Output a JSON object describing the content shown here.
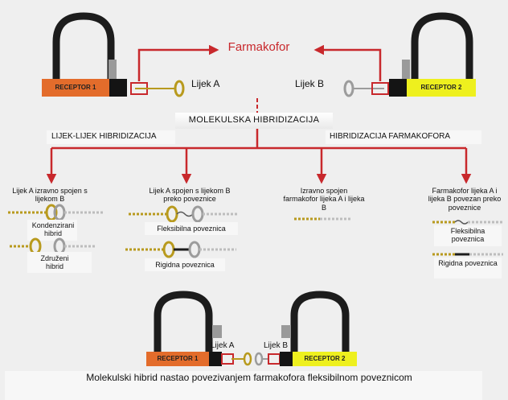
{
  "top": {
    "pharmacophore": "Farmakofor",
    "receptor1": "RECEPTOR 1",
    "receptor2": "RECEPTOR 2",
    "drugA": "Lijek A",
    "drugB": "Lijek B"
  },
  "center_title": "MOLEKULSKA HIBRIDIZACIJA",
  "branches": {
    "left": "LIJEK-LIJEK HIBRIDIZACIJA",
    "right": "HIBRIDIZACIJA FARMAKOFORA"
  },
  "col1": {
    "heading": "Lijek A izravno spojen s lijekom B",
    "item1": "Kondenzirani hibrid",
    "item2": "Združeni hibrid"
  },
  "col2": {
    "heading": "Lijek A spojen s lijekom B preko poveznice",
    "item1": "Fleksibilna poveznica",
    "item2": "Rigidna poveznica"
  },
  "col3": {
    "heading": "Izravno spojen farmakofor lijeka A i lijeka B"
  },
  "col4": {
    "heading": "Farmakofor lijeka A i lijeka B povezan preko poveznice",
    "item1": "Fleksibilna poveznica",
    "item2": "Rigidna poveznica"
  },
  "bottom": {
    "receptor1": "RECEPTOR 1",
    "receptor2": "RECEPTOR 2",
    "drugA": "Lijek A",
    "drugB": "Lijek B",
    "caption": "Molekulski hibrid nastao povezivanjem farmakofora fleksibilnom poveznicom"
  },
  "colors": {
    "arrow": "#c8282c",
    "receptor1": "#e36c2b",
    "receptor2": "#eef01e",
    "key_gold": "#b89a1e",
    "key_grey": "#bdbdbd",
    "shackle": "#1c1c1c"
  }
}
